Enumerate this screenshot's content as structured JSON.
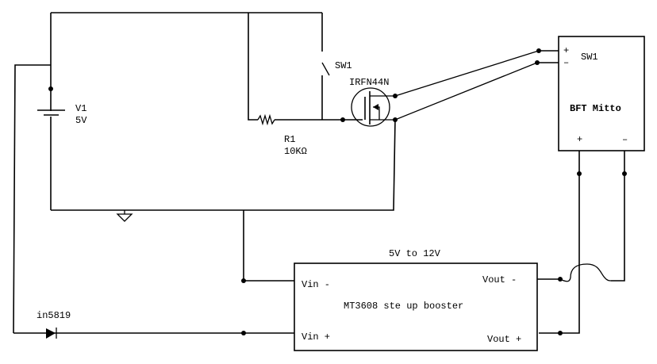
{
  "diagram": {
    "type": "circuit-schematic",
    "components": {
      "battery": {
        "ref": "V1",
        "value": "5V"
      },
      "switch": {
        "ref": "SW1"
      },
      "resistor": {
        "ref": "R1",
        "value": "10KΩ"
      },
      "mosfet": {
        "part": "IRFN44N"
      },
      "diode": {
        "part": "in5819"
      },
      "booster": {
        "title": "MT3608 ste up booster",
        "caption": "5V to 12V",
        "pins": {
          "vin_minus": "Vin -",
          "vin_plus": "Vin +",
          "vout_minus": "Vout -",
          "vout_plus": "Vout +"
        }
      },
      "load": {
        "title": "BFT Mitto",
        "switch_label": "SW1",
        "pins": {
          "sw_plus": "+",
          "sw_minus": "–",
          "pwr_plus": "+",
          "pwr_minus": "–"
        }
      }
    }
  }
}
